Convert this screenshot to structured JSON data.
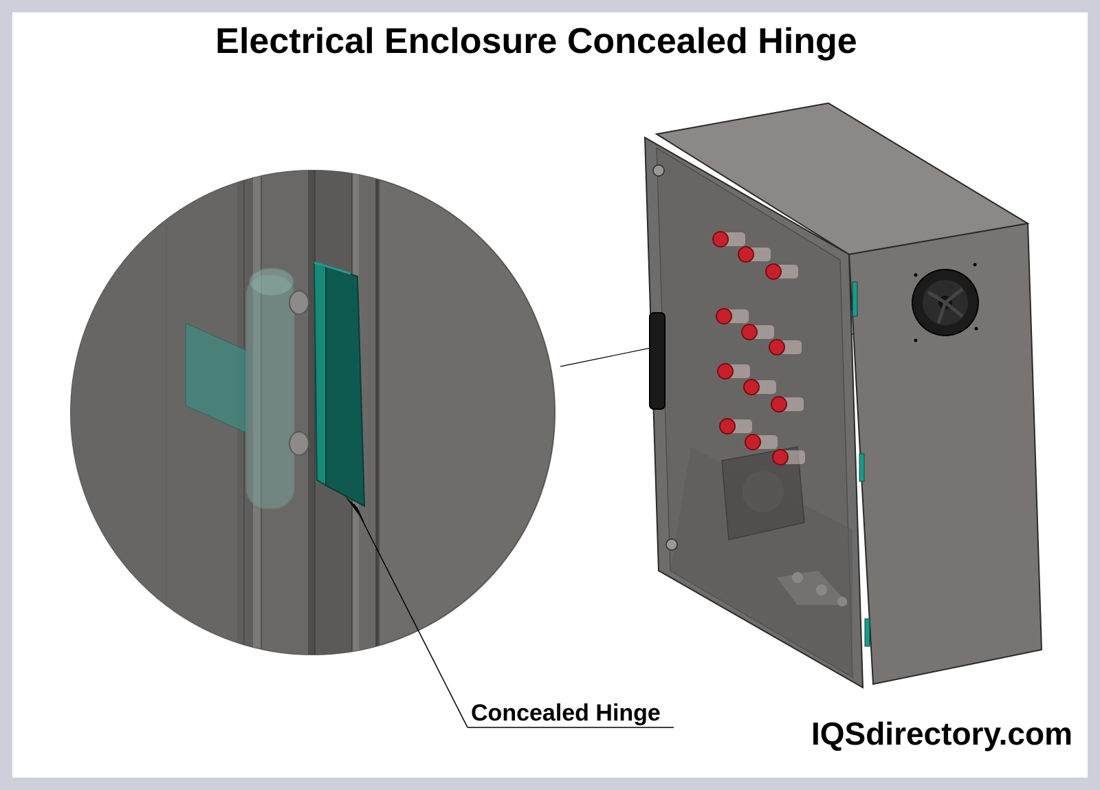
{
  "diagram": {
    "title": "Electrical Enclosure Concealed Hinge",
    "callout_label": "Concealed Hinge",
    "brand": "IQSdirectory.com"
  },
  "colors": {
    "frame": "#cdd0da",
    "enclosure_body": "#7a7673",
    "enclosure_top": "#8a8684",
    "door_glass": "#6c6a68",
    "hinge_teal": "#1a9a8a",
    "indicator_red": "#c8202a",
    "magnifier_fill": "#6f6d6a"
  }
}
